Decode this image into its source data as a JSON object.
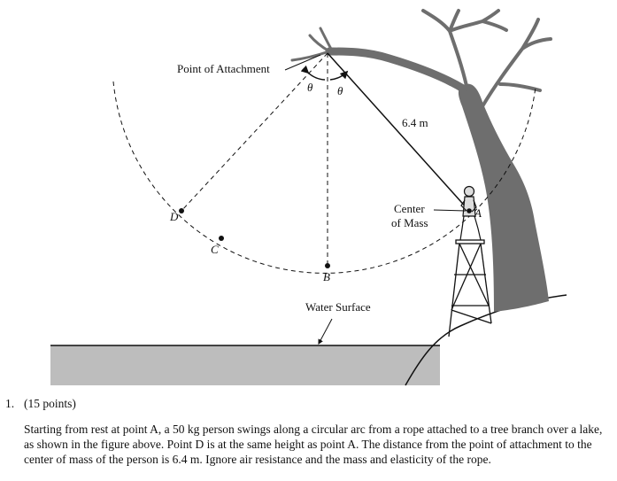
{
  "figure": {
    "labels": {
      "point_of_attachment": "Point of Attachment",
      "theta_left": "θ",
      "theta_right": "θ",
      "rope_length": "6.4 m",
      "center_line1": "Center",
      "center_line2": "of Mass",
      "point_a": "A",
      "point_b": "B",
      "point_c": "C",
      "point_d": "D",
      "water_surface": "Water Surface"
    },
    "colors": {
      "tree": "#6e6e6e",
      "water": "#bdbdbd",
      "ink": "#111111"
    }
  },
  "question": {
    "number": "1.",
    "points": "(15 points)",
    "text": "Starting from rest at point A, a 50 kg person swings along a circular arc from a rope attached to a tree branch over a lake, as shown in the figure above. Point D is at the same height as point A. The distance from the point of attachment to the center of mass of the person is 6.4 m. Ignore air resistance and the mass and elasticity of the rope."
  }
}
